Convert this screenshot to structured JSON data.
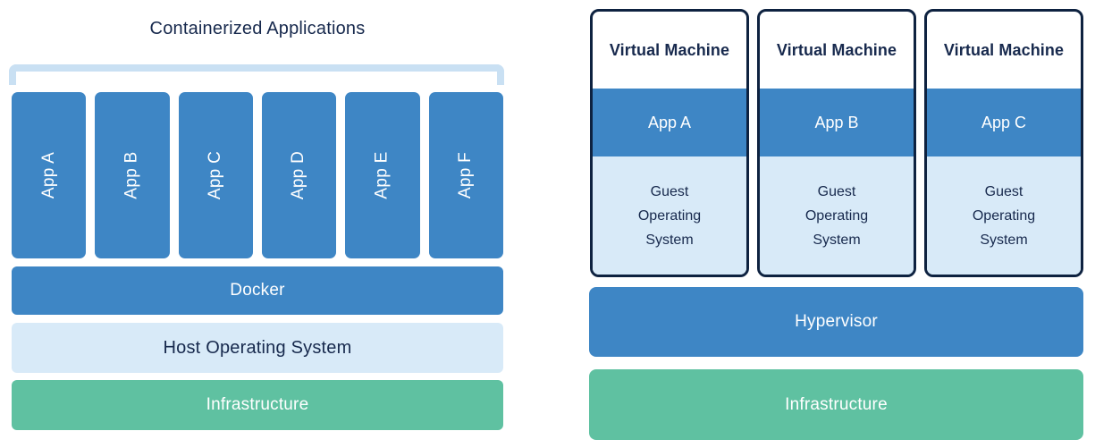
{
  "colors": {
    "blue": "#3E86C5",
    "light_blue": "#D8EAF8",
    "green": "#5FC1A1",
    "navy": "#17294D",
    "border_navy": "#0E2240",
    "bracket": "#C9E0F3"
  },
  "left": {
    "title": "Containerized Applications",
    "apps": [
      "App A",
      "App B",
      "App C",
      "App D",
      "App E",
      "App F"
    ],
    "layers": {
      "docker": "Docker",
      "host_os": "Host Operating System",
      "infrastructure": "Infrastructure"
    }
  },
  "right": {
    "vms": [
      {
        "title": "Virtual Machine",
        "app": "App A",
        "os": "Guest\nOperating\nSystem"
      },
      {
        "title": "Virtual Machine",
        "app": "App B",
        "os": "Guest\nOperating\nSystem"
      },
      {
        "title": "Virtual Machine",
        "app": "App C",
        "os": "Guest\nOperating\nSystem"
      }
    ],
    "layers": {
      "hypervisor": "Hypervisor",
      "infrastructure": "Infrastructure"
    }
  }
}
